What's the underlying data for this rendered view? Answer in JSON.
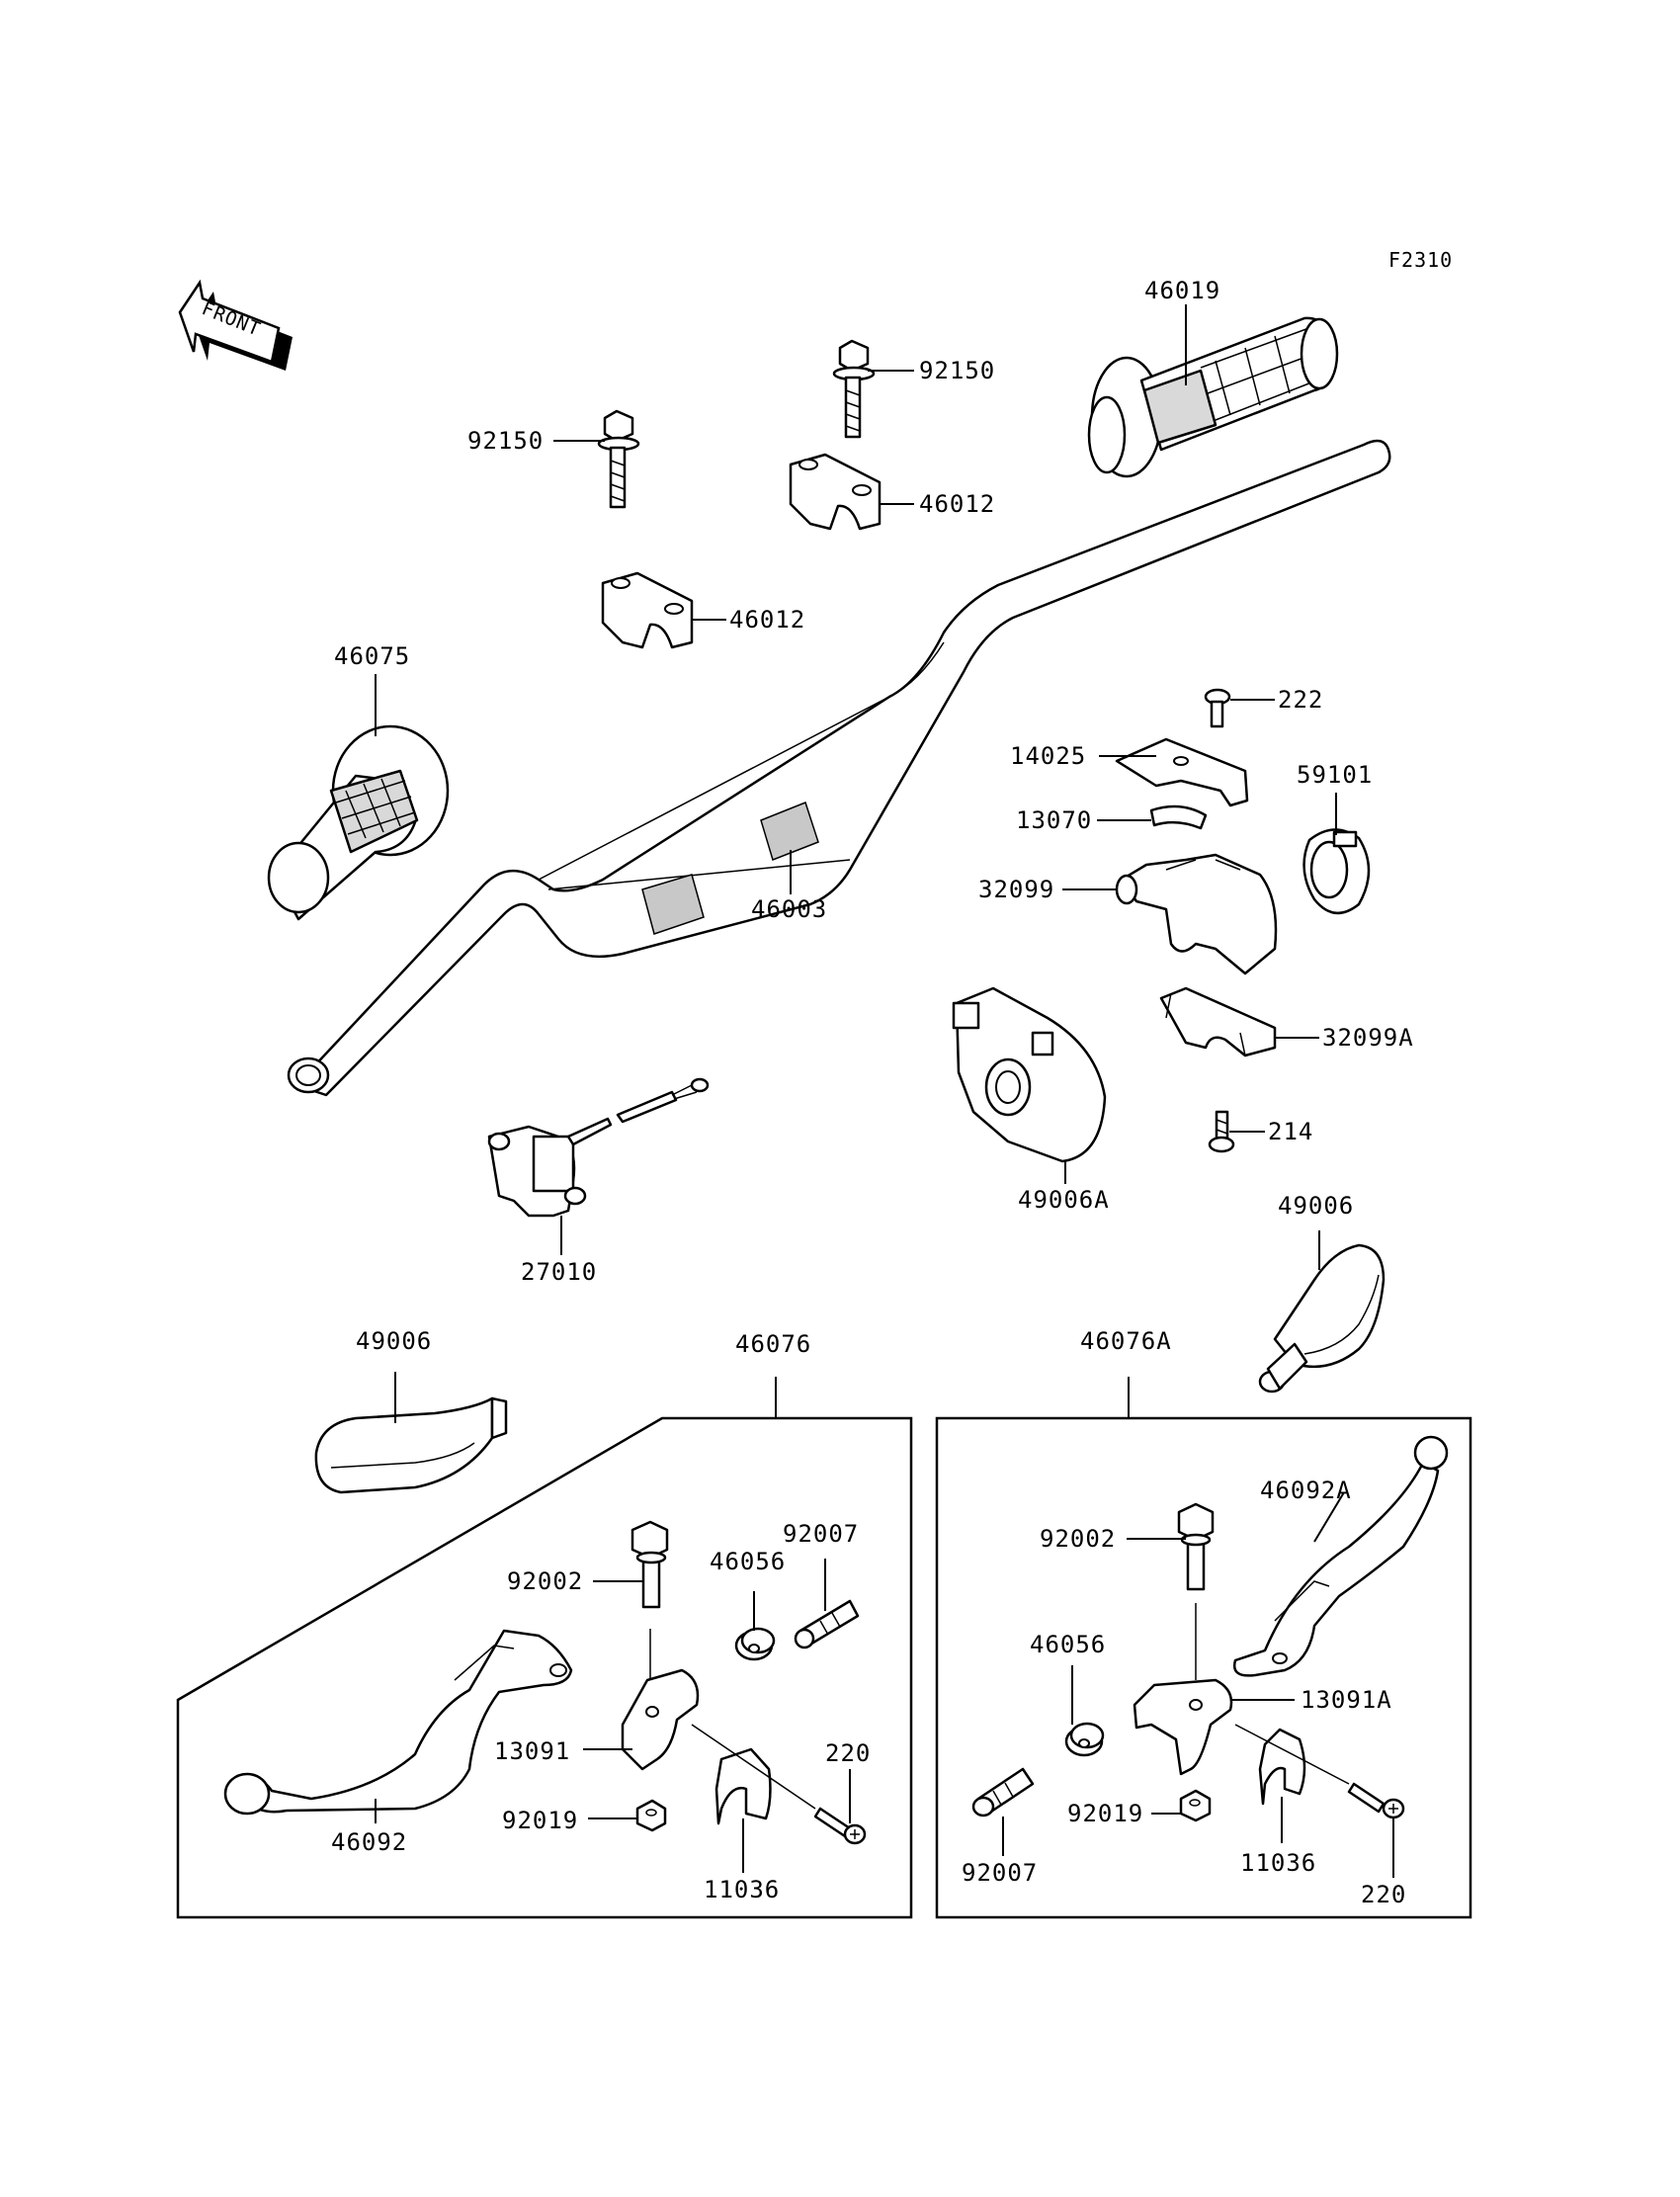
{
  "figure_code": "F2310",
  "front_label": "FRONT",
  "labels": {
    "p46019": "46019",
    "p92150a": "92150",
    "p92150b": "92150",
    "p46012a": "46012",
    "p46012b": "46012",
    "p46075": "46075",
    "p46003": "46003",
    "p222": "222",
    "p14025": "14025",
    "p13070": "13070",
    "p59101": "59101",
    "p32099": "32099",
    "p32099A": "32099A",
    "p214": "214",
    "p49006A": "49006A",
    "p49006a": "49006",
    "p27010": "27010",
    "p49006b": "49006",
    "p46076": "46076",
    "p46076A": "46076A",
    "p92002a": "92002",
    "p46056a": "46056",
    "p92007a": "92007",
    "p13091": "13091",
    "p92019a": "92019",
    "p220a": "220",
    "p11036a": "11036",
    "p46092": "46092",
    "p92002b": "92002",
    "p46092A": "46092A",
    "p46056b": "46056",
    "p13091A": "13091A",
    "p92019b": "92019",
    "p11036b": "11036",
    "p92007b": "92007",
    "p220b": "220"
  }
}
